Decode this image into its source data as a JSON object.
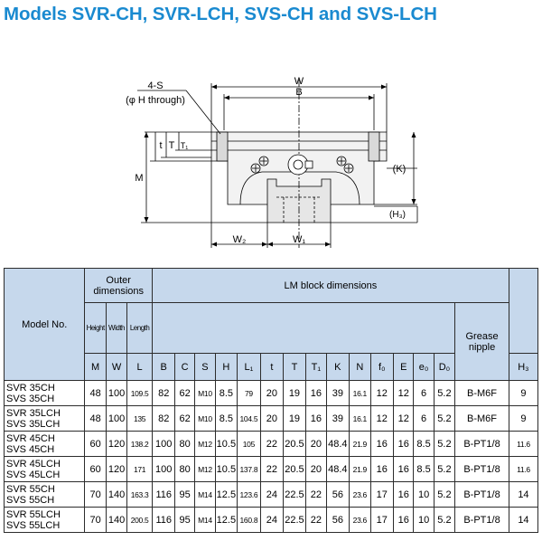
{
  "title": "Models SVR-CH, SVR-LCH, SVS-CH and SVS-LCH",
  "drawing": {
    "labels": {
      "four_s": "4-S",
      "h_through": "(φ H through)",
      "W": "W",
      "B": "B",
      "t": "t",
      "T": "T",
      "T1": "T₁",
      "M": "M",
      "K": "(K)",
      "H3": "(H₃)",
      "W2": "W₂",
      "W1": "W₁"
    }
  },
  "table": {
    "header": {
      "model_no": "Model No.",
      "outer_dimensions": "Outer dimensions",
      "lm_block_dimensions": "LM block dimensions",
      "height": "Height",
      "width": "Width",
      "length": "Length",
      "grease_nipple": "Grease nipple",
      "symbols": {
        "M": "M",
        "W": "W",
        "L": "L",
        "B": "B",
        "C": "C",
        "S": "S",
        "H": "H",
        "L1": "L₁",
        "t": "t",
        "T": "T",
        "T1": "T₁",
        "K": "K",
        "N": "N",
        "f0": "f₀",
        "E": "E",
        "e0": "e₀",
        "D0": "D₀",
        "H3": "H₃"
      }
    },
    "rows": [
      {
        "model1": "SVR 35CH",
        "model2": "SVS 35CH",
        "M": "48",
        "W": "100",
        "L": "109.5",
        "B": "82",
        "C": "62",
        "S": "M10",
        "H": "8.5",
        "L1": "79",
        "t": "20",
        "T": "19",
        "T1": "16",
        "K": "39",
        "N": "16.1",
        "f0": "12",
        "E": "12",
        "e0": "6",
        "D0": "5.2",
        "grease": "B-M6F",
        "H3": "9"
      },
      {
        "model1": "SVR 35LCH",
        "model2": "SVS 35LCH",
        "M": "48",
        "W": "100",
        "L": "135",
        "B": "82",
        "C": "62",
        "S": "M10",
        "H": "8.5",
        "L1": "104.5",
        "t": "20",
        "T": "19",
        "T1": "16",
        "K": "39",
        "N": "16.1",
        "f0": "12",
        "E": "12",
        "e0": "6",
        "D0": "5.2",
        "grease": "B-M6F",
        "H3": "9"
      },
      {
        "model1": "SVR 45CH",
        "model2": "SVS 45CH",
        "M": "60",
        "W": "120",
        "L": "138.2",
        "B": "100",
        "C": "80",
        "S": "M12",
        "H": "10.5",
        "L1": "105",
        "t": "22",
        "T": "20.5",
        "T1": "20",
        "K": "48.4",
        "N": "21.9",
        "f0": "16",
        "E": "16",
        "e0": "8.5",
        "D0": "5.2",
        "grease": "B-PT1/8",
        "H3": "11.6"
      },
      {
        "model1": "SVR 45LCH",
        "model2": "SVS 45LCH",
        "M": "60",
        "W": "120",
        "L": "171",
        "B": "100",
        "C": "80",
        "S": "M12",
        "H": "10.5",
        "L1": "137.8",
        "t": "22",
        "T": "20.5",
        "T1": "20",
        "K": "48.4",
        "N": "21.9",
        "f0": "16",
        "E": "16",
        "e0": "8.5",
        "D0": "5.2",
        "grease": "B-PT1/8",
        "H3": "11.6"
      },
      {
        "model1": "SVR 55CH",
        "model2": "SVS 55CH",
        "M": "70",
        "W": "140",
        "L": "163.3",
        "B": "116",
        "C": "95",
        "S": "M14",
        "H": "12.5",
        "L1": "123.6",
        "t": "24",
        "T": "22.5",
        "T1": "22",
        "K": "56",
        "N": "23.6",
        "f0": "17",
        "E": "16",
        "e0": "10",
        "D0": "5.2",
        "grease": "B-PT1/8",
        "H3": "14"
      },
      {
        "model1": "SVR 55LCH",
        "model2": "SVS 55LCH",
        "M": "70",
        "W": "140",
        "L": "200.5",
        "B": "116",
        "C": "95",
        "S": "M14",
        "H": "12.5",
        "L1": "160.8",
        "t": "24",
        "T": "22.5",
        "T1": "22",
        "K": "56",
        "N": "23.6",
        "f0": "17",
        "E": "16",
        "e0": "10",
        "D0": "5.2",
        "grease": "B-PT1/8",
        "H3": "14"
      }
    ]
  }
}
